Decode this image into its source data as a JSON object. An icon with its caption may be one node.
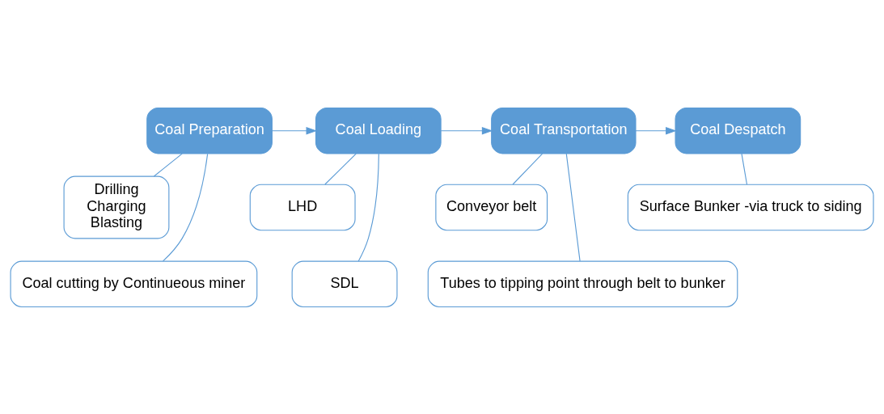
{
  "diagram": {
    "nodes": [
      {
        "text": [
          "Coal Preparation"
        ]
      },
      {
        "text": [
          "Drilling",
          "Charging",
          "Blasting"
        ]
      },
      {
        "text": [
          "Coal cutting by Continueous miner"
        ]
      },
      {
        "text": [
          "Coal Loading"
        ]
      },
      {
        "text": [
          "LHD"
        ]
      },
      {
        "text": [
          "SDL"
        ]
      },
      {
        "text": [
          "Coal Transportation"
        ]
      },
      {
        "text": [
          "Conveyor belt"
        ]
      },
      {
        "text": [
          "Tubes to tipping point through belt to bunker"
        ]
      },
      {
        "text": [
          "Coal Despatch"
        ]
      },
      {
        "text": [
          "Surface Bunker -via truck to siding"
        ]
      }
    ],
    "edges": [
      {
        "from": 0,
        "to": 3,
        "arrow": "to"
      },
      {
        "from": 3,
        "to": 6,
        "arrow": "to"
      },
      {
        "from": 6,
        "to": 9,
        "arrow": "to"
      },
      {
        "from": 0,
        "to": 1,
        "arrow": "none"
      },
      {
        "from": 0,
        "to": 2,
        "arrow": "none"
      },
      {
        "from": 3,
        "to": 4,
        "arrow": "none"
      },
      {
        "from": 3,
        "to": 5,
        "arrow": "none"
      },
      {
        "from": 6,
        "to": 7,
        "arrow": "none"
      },
      {
        "from": 6,
        "to": 8,
        "arrow": "none"
      },
      {
        "from": 9,
        "to": 10,
        "arrow": "none"
      }
    ]
  }
}
